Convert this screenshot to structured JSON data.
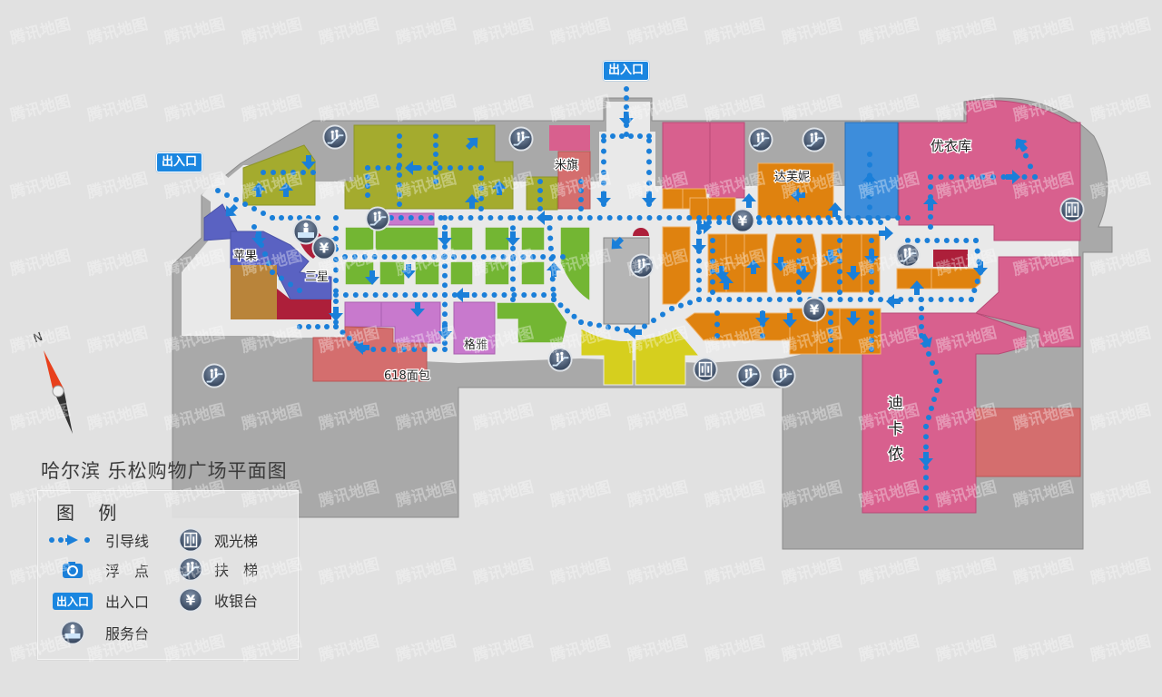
{
  "title": "哈尔滨 乐松购物广场平面图",
  "watermark": "腾讯地图",
  "exits": {
    "top": "出入口",
    "left": "出入口"
  },
  "stores": {
    "miqi": "米旗",
    "apple": "苹果",
    "samsung": "三星",
    "geya": "格雅",
    "bakery": "618面包",
    "daphne": "达芙妮",
    "uniqlo": "优衣库",
    "decathlon_1": "迪",
    "decathlon_2": "卡",
    "decathlon_3": "侬"
  },
  "legend": {
    "title": "图 例",
    "items": [
      {
        "icon": "guide-line",
        "label": "引导线"
      },
      {
        "icon": "camera-float-point",
        "label": "浮　点"
      },
      {
        "icon": "exit-badge",
        "label": "出入口",
        "badge": "出入口"
      },
      {
        "icon": "service-desk",
        "label": "服务台"
      },
      {
        "icon": "sightseeing-elevator",
        "label": "观光梯"
      },
      {
        "icon": "escalator",
        "label": "扶　梯"
      },
      {
        "icon": "cashier",
        "label": "收银台",
        "glyph": "¥"
      }
    ]
  },
  "colors": {
    "background": "#e1e1e1",
    "building": "#a9a9a9",
    "corridor": "#e9e9e9",
    "guide": "#1a7fd9",
    "olive": "#a4ab2e",
    "green": "#73b633",
    "indigo": "#5a62c2",
    "brown": "#b9843a",
    "crimson": "#ad1f3a",
    "violet": "#c879cd",
    "salmon": "#d46e6e",
    "pink": "#d8608e",
    "orange": "#df820f",
    "blue": "#3d8ddb",
    "yellow": "#d6cf1e"
  }
}
